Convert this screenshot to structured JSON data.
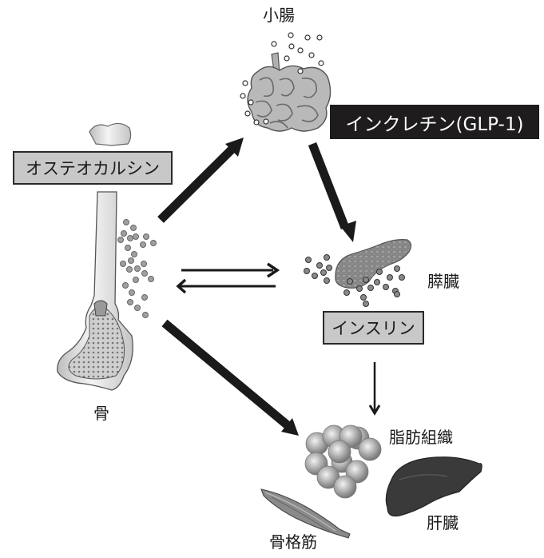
{
  "labels": {
    "small_intestine": "小腸",
    "incretin": "インクレチン(GLP-1)",
    "osteocalcin": "オステオカルシン",
    "pancreas": "膵臓",
    "insulin": "インスリン",
    "bone": "骨",
    "adipose_tissue": "脂肪組織",
    "liver": "肝臓",
    "skeletal_muscle": "骨格筋"
  },
  "colors": {
    "hormone_box_gray": "#c8c8c8",
    "incretin_box_black": "#1e1c1c",
    "arrow": "#1a1a1a",
    "liver": "#3a3a3a",
    "fat_cells": "#a8a8a8"
  },
  "arrows": [
    {
      "from": "bone",
      "to": "small_intestine",
      "style": "thick"
    },
    {
      "from": "small_intestine",
      "to": "pancreas",
      "style": "thick"
    },
    {
      "from": "bone",
      "to": "pancreas",
      "style": "thin"
    },
    {
      "from": "pancreas",
      "to": "bone",
      "style": "thin"
    },
    {
      "from": "bone",
      "to": "adipose_tissue",
      "style": "thick"
    },
    {
      "from": "insulin",
      "to": "adipose_tissue",
      "style": "thin"
    }
  ]
}
